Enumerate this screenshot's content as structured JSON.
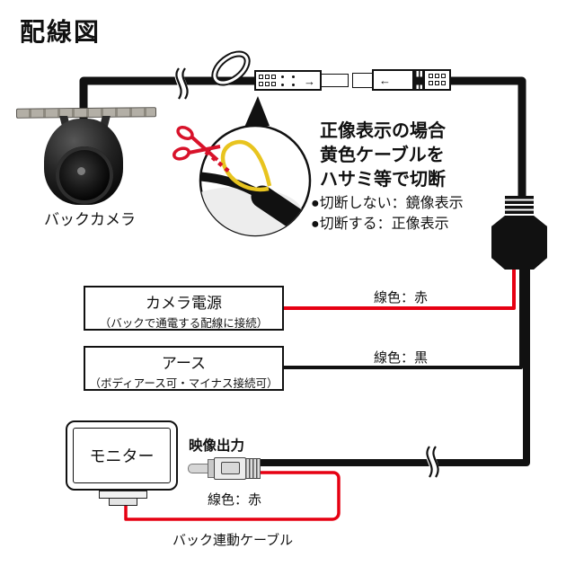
{
  "title": "配線図",
  "camera": {
    "label": "バックカメラ"
  },
  "top_connector": {
    "arrow_out": "→",
    "arrow_in": "←"
  },
  "cut_note": {
    "heading_lines": [
      "正像表示の場合",
      "黄色ケーブルを",
      "ハサミ等で切断"
    ],
    "bullets": [
      "●切断しない：鏡像表示",
      "●切断する：正像表示"
    ]
  },
  "power_box": {
    "title": "カメラ電源",
    "subtitle": "（バックで通電する配線に接続）",
    "wire_label": "線色：赤"
  },
  "ground_box": {
    "title": "アース",
    "subtitle": "（ボディアース可・マイナス接続可）",
    "wire_label": "線色：黒"
  },
  "monitor": {
    "label": "モニター",
    "output_label": "映像出力",
    "wire_label": "線色：赤",
    "cable_label": "バック連動ケーブル"
  },
  "colors": {
    "cable_black": "#111111",
    "wire_red": "#e60012",
    "yellow_cable": "#e8c41f",
    "scissors_red": "#d8122a"
  }
}
